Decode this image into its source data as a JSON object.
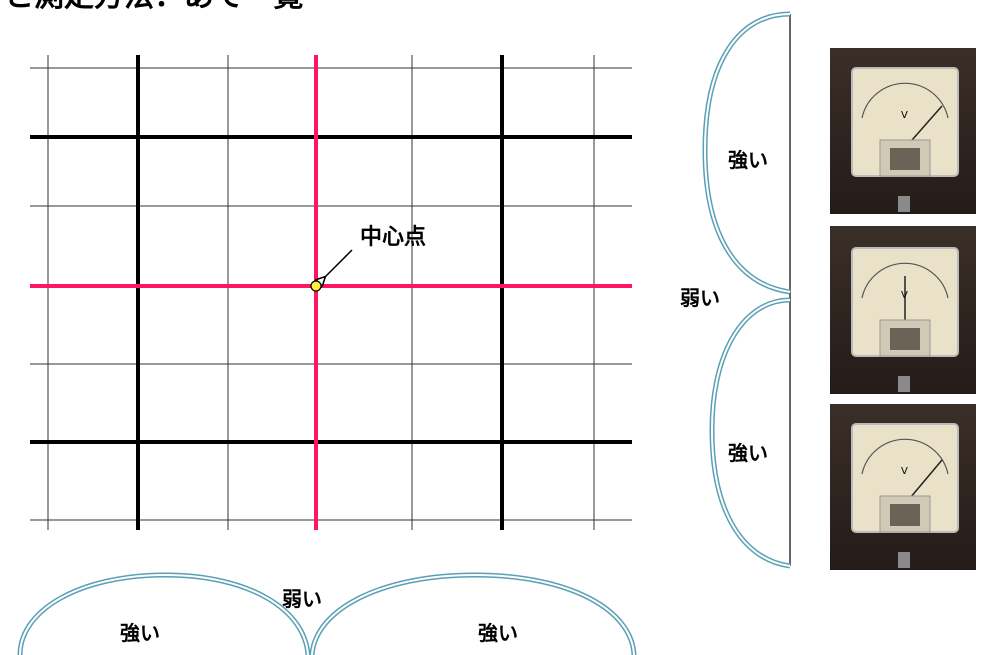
{
  "heading_fragment": "と測定方法：あて一覧",
  "grid": {
    "center_label": "中心点",
    "colors": {
      "thin": "#222222",
      "thick": "#000000",
      "center_axis": "#ff1466",
      "center_dot": "#ffef3a"
    }
  },
  "right_lobes": {
    "upper": "強い",
    "middle": "弱い",
    "lower": "強い",
    "stroke_color": "#5aa0b5"
  },
  "bottom_lobes": {
    "left": "強い",
    "middle": "弱い",
    "right": "強い"
  },
  "meters": [
    {
      "name": "meter-photo-top",
      "scale_label": "V"
    },
    {
      "name": "meter-photo-middle",
      "scale_label": "V"
    },
    {
      "name": "meter-photo-bottom",
      "scale_label": "V"
    }
  ]
}
